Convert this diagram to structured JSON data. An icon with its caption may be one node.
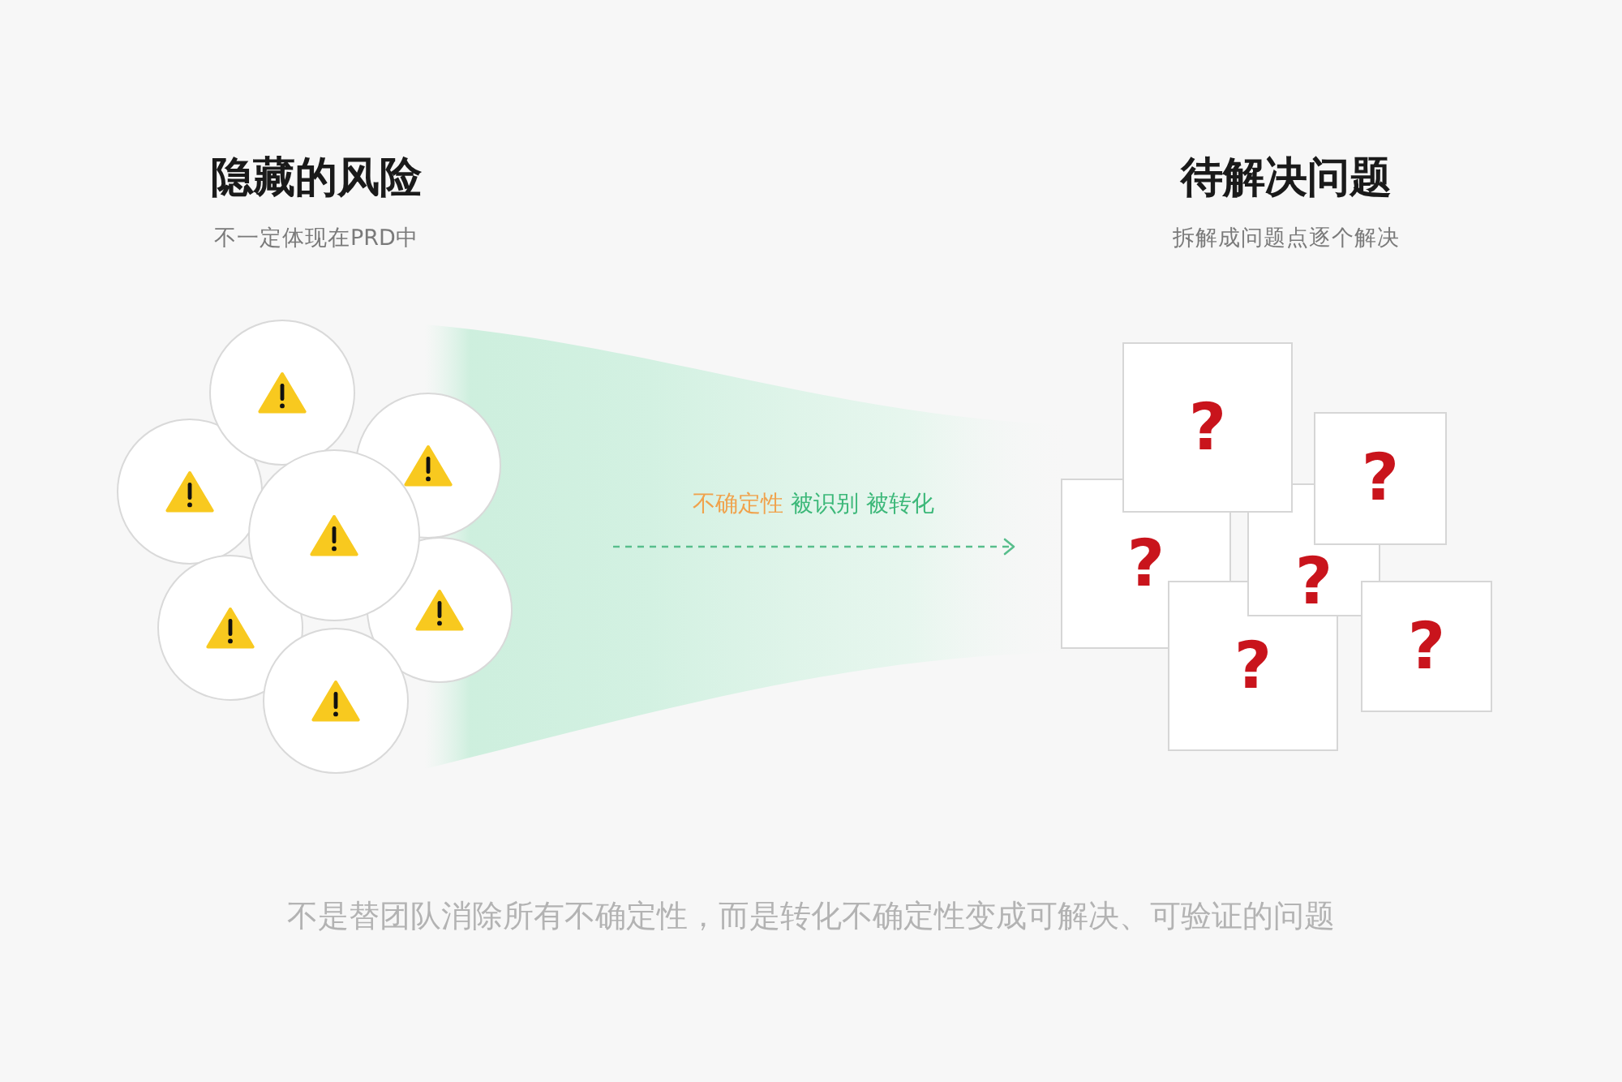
{
  "diagram": {
    "caption": "不是替团队消除所有不确定性，而是转化不确定性变成可解决、可验证的问题",
    "nodes": [
      {
        "text": [
          "隐藏的风险",
          "不一定体现在PRD中"
        ]
      },
      {
        "text": [],
        "shape": "circle",
        "in": 0
      },
      {
        "text": [],
        "shape": "circle",
        "in": 0
      },
      {
        "text": [],
        "shape": "circle",
        "in": 0
      },
      {
        "text": [],
        "shape": "circle",
        "in": 0
      },
      {
        "text": [],
        "shape": "circle",
        "in": 0
      },
      {
        "text": [],
        "shape": "circle",
        "in": 0
      },
      {
        "text": [],
        "shape": "circle",
        "in": 0
      },
      {
        "text": [
          "待解决问题",
          "拆解成问题点逐个解决"
        ]
      },
      {
        "text": [
          "?"
        ],
        "in": 8
      },
      {
        "text": [
          "?"
        ],
        "in": 8
      },
      {
        "text": [
          "?"
        ],
        "in": 8
      },
      {
        "text": [
          "?"
        ],
        "in": 8
      },
      {
        "text": [
          "?"
        ],
        "in": 8
      },
      {
        "text": [
          "?"
        ],
        "in": 8
      }
    ],
    "edges": [
      {
        "from": 0,
        "to": 8,
        "arrow": "to",
        "style": "dashed",
        "label": "不确定性 被识别 被转化"
      }
    ]
  }
}
